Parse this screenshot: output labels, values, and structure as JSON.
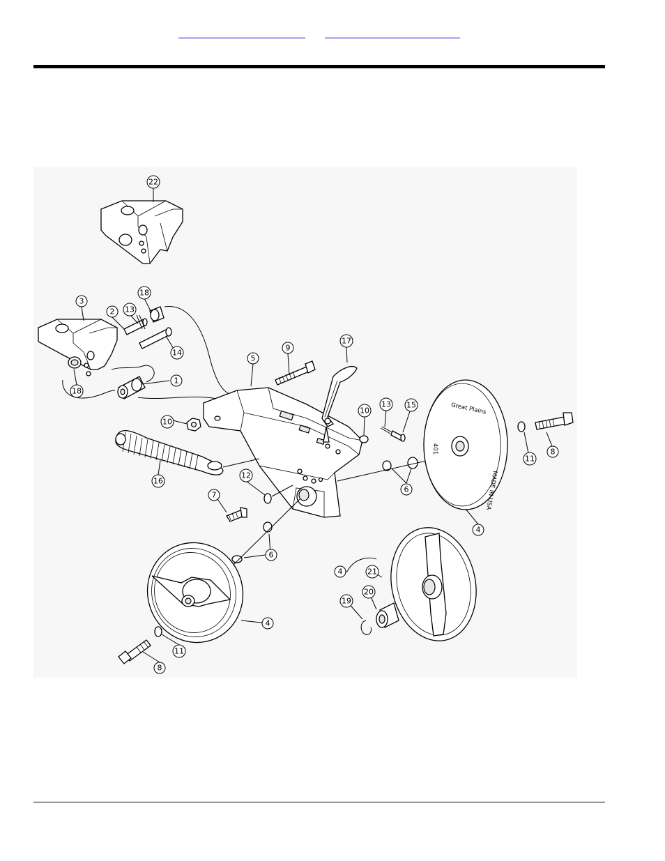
{
  "diagram": {
    "callouts": {
      "c1": "1",
      "c2": "2",
      "c3": "3",
      "c4a": "4",
      "c4b": "4",
      "c4c": "4",
      "c5": "5",
      "c6a": "6",
      "c6b": "6",
      "c7": "7",
      "c8a": "8",
      "c8b": "8",
      "c9": "9",
      "c10a": "10",
      "c10b": "10",
      "c11a": "11",
      "c11b": "11",
      "c12": "12",
      "c13a": "13",
      "c13b": "13",
      "c14": "14",
      "c15": "15",
      "c16": "16",
      "c17": "17",
      "c18a": "18",
      "c18b": "18",
      "c19": "19",
      "c20": "20",
      "c21": "21",
      "c22": "22"
    },
    "disc_text": {
      "brand": "Great Plains",
      "model": "401",
      "origin": "MADE IN USA"
    }
  }
}
